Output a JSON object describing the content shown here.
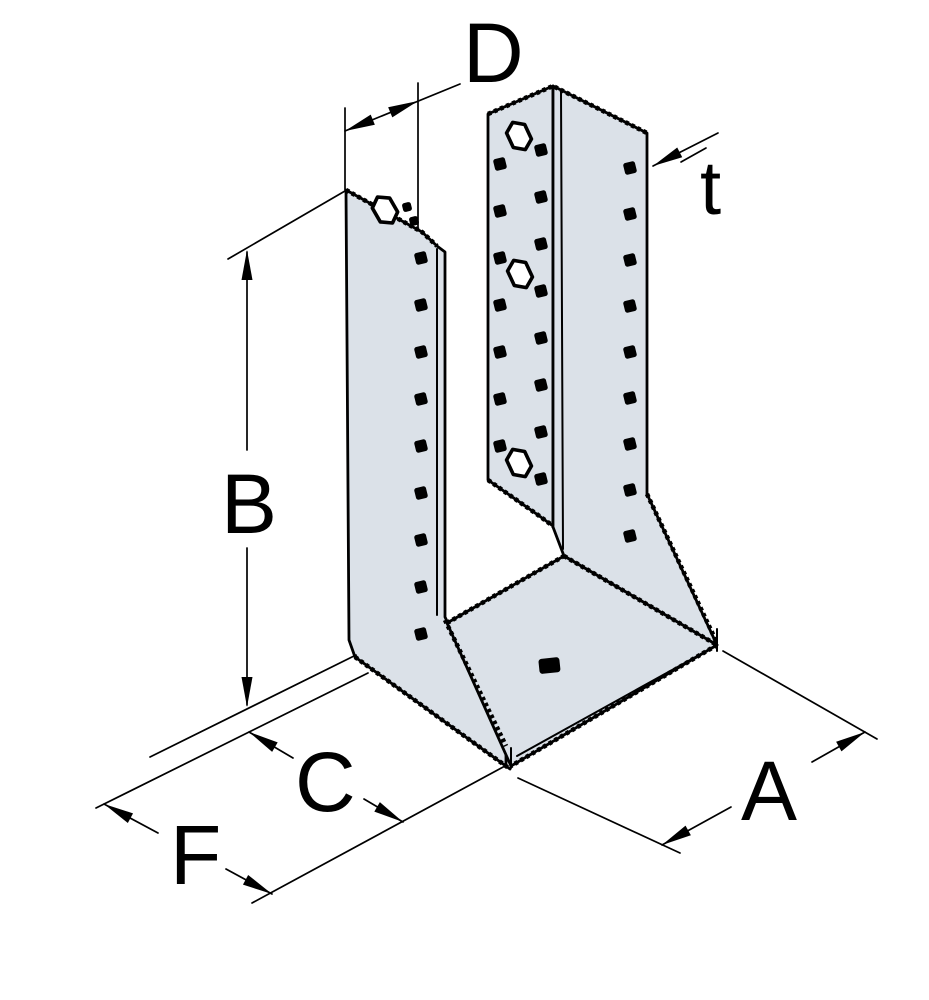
{
  "drawing": {
    "description": "Isometric technical line drawing of a perforated metal joist hanger with dimension annotations",
    "labels": {
      "top_flange_width": "D",
      "material_thickness": "t",
      "height": "B",
      "seat_depth_inner": "C",
      "seat_depth_outer": "F",
      "bottom_width": "A"
    }
  },
  "colors": {
    "metal": "#dbe1e8",
    "line": "#000000",
    "background": "#ffffff"
  }
}
